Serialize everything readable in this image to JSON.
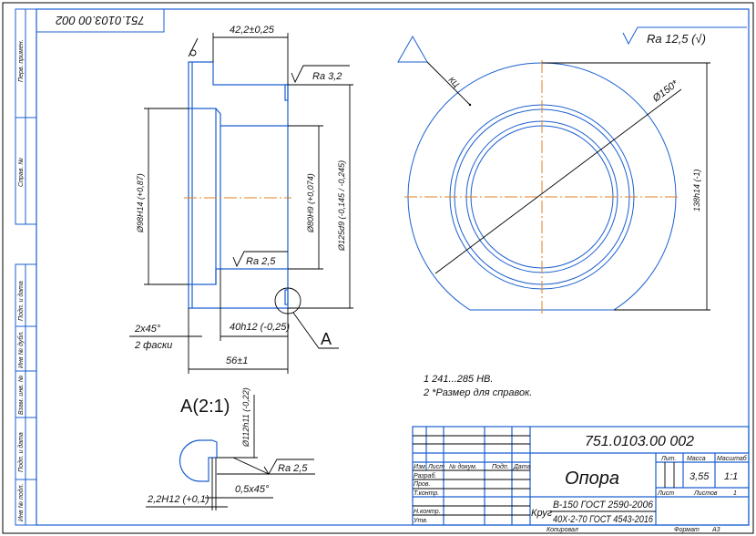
{
  "drawing": {
    "designation": "751.0103.00 002",
    "designation_rotated": "751.0103.00 002",
    "part_name": "Опора",
    "mass": "3,55",
    "scale": "1:1",
    "sheets": "1",
    "material_top": "В-150 ГОСТ 2590-2006",
    "material_bottom": "40Х-2-70 ГОСТ 4543-2016",
    "material_prefix": "Круг",
    "copied_label": "Копировал",
    "format_label": "Формат",
    "format_value": "A3",
    "colors": {
      "outline": "#1a5fd0",
      "centerline": "#e08020",
      "dimension": "#000000"
    }
  },
  "side_strip": [
    "Перв. примен.",
    "Справ. №",
    "Подп. и дата",
    "Инв № дубл.",
    "Взам. инв. №",
    "Подп. и дата",
    "Инв № подл."
  ],
  "title_block": {
    "headers": [
      "Изм.",
      "Лист",
      "№ докум.",
      "Подп.",
      "Дата"
    ],
    "roles": [
      "Разраб.",
      "Пров.",
      "Т.контр.",
      "Н.контр.",
      "Утв."
    ],
    "lit_label": "Лит.",
    "mass_label": "Масса",
    "scale_label": "Масштаб",
    "sheet_label": "Лист",
    "sheets_label": "Листов"
  },
  "dimensions": {
    "flange_width": "42,2±0,25",
    "d98": "Ø98H14 (+0,87)",
    "d80": "Ø80H9 (+0,074)",
    "d125": "Ø125d9 (-0,145 / -0,245)",
    "chamfer": "2x45°",
    "chamfer_note": "2 фаски",
    "len40": "40h12 (-0,25)",
    "len56": "56±1",
    "d150": "Ø150*",
    "h138": "138h14 (-1)",
    "d112": "Ø112h11 (-0,22)",
    "groove": "2,2H12 (+0,1)",
    "chamfer_small": "0,5x45°"
  },
  "roughness": {
    "general": "Ra 12,5 (√)",
    "ra32": "Ra 3,2",
    "ra25_bore": "Ra 2,5",
    "ra25_detail": "Ra 2,5"
  },
  "labels": {
    "detail_callout": "A",
    "detail_title": "A(2:1)",
    "kc": "КЦ"
  },
  "notes": [
    "1 241...285 HB.",
    "2 *Размер для справок."
  ]
}
